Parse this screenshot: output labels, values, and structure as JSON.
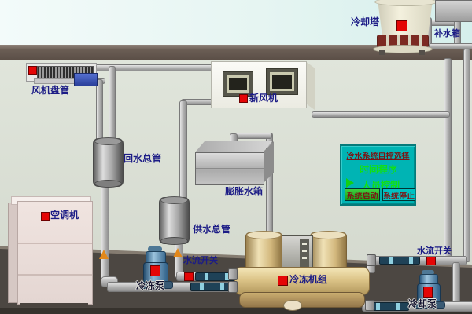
{
  "equipment": {
    "cooling_tower": {
      "label": "冷却塔"
    },
    "makeup_tank": {
      "label": "补水箱"
    },
    "fan_coil": {
      "label": "风机盘管"
    },
    "fresh_air_unit": {
      "label": "新风机"
    },
    "return_header": {
      "label": "回水总管"
    },
    "expansion_tank": {
      "label": "膨胀水箱"
    },
    "air_handler": {
      "label": "空调机"
    },
    "supply_header": {
      "label": "供水总管"
    },
    "chiller": {
      "label": "冷冻机组"
    },
    "chilled_pump": {
      "label": "冷冻泵"
    },
    "cooling_pump": {
      "label": "冷却泵"
    },
    "flow_switch_left": {
      "label": "水流开关"
    },
    "flow_switch_right": {
      "label": "水流开关"
    }
  },
  "control_panel": {
    "title": "冷水系统自控选择",
    "options": [
      {
        "label": "时间程序",
        "selected": false
      },
      {
        "label": "人员控制",
        "selected": true
      }
    ],
    "buttons": [
      {
        "label": "系统启动",
        "state": "active"
      },
      {
        "label": "系统停止",
        "state": "normal"
      }
    ]
  },
  "colors": {
    "indicator_red": "#e40606",
    "label_blue": "#1c1c86",
    "panel_teal": "#00b4b4",
    "panel_title_red": "#7c1212",
    "panel_text_green": "#12e012",
    "flow_arrow_orange": "#e2881a",
    "chiller_tan": "#d9c184",
    "pump_blue": "#3a6a90"
  }
}
